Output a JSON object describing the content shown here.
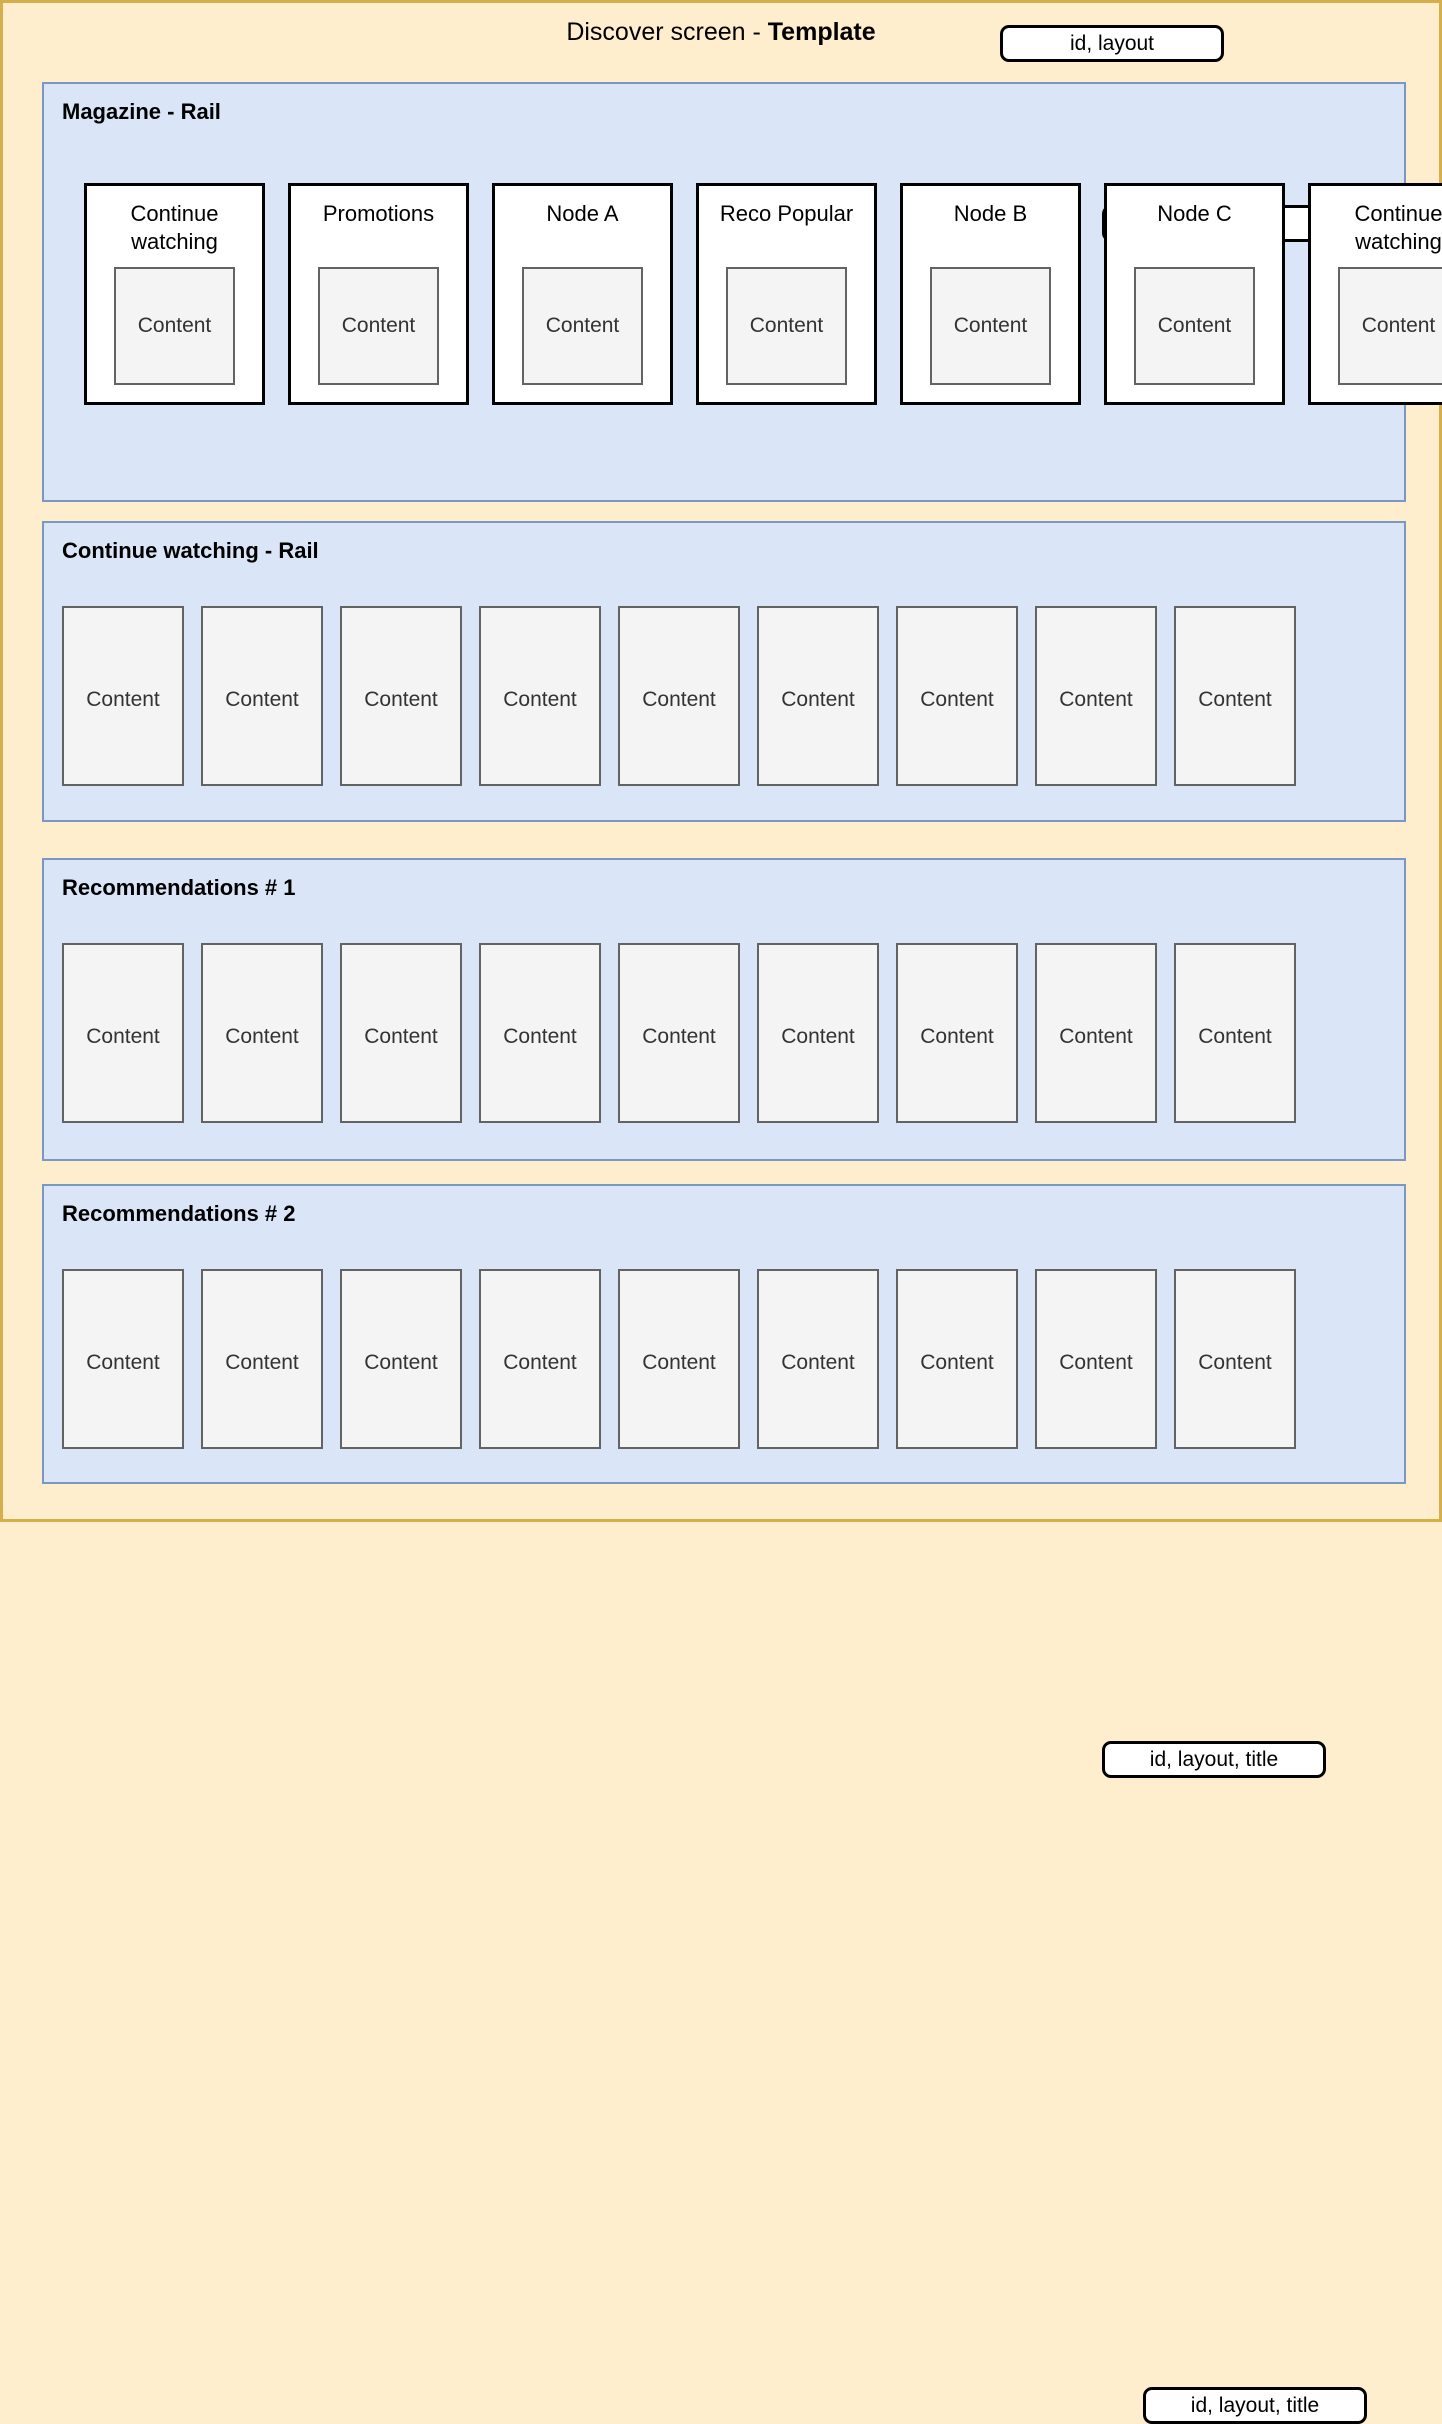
{
  "header": {
    "title_prefix": "Discover screen - ",
    "title_strong": "Template",
    "badge_label": "id, layout"
  },
  "colors": {
    "page_background": "#ffeecd",
    "page_border": "#d4af4b",
    "section_background": "#dae6f8",
    "section_border": "#7b97c4",
    "card_background": "#ffffff",
    "card_border": "#000000",
    "content_background": "#f4f4f4",
    "content_border": "#636363",
    "badge_background": "#ffffff",
    "badge_border": "#000000"
  },
  "content_label": "Content",
  "sections": [
    {
      "title": "Magazine - Rail",
      "badge_label": "id, layout, title",
      "type": "magazine",
      "cards": [
        {
          "title": "Continue watching",
          "content": "Content"
        },
        {
          "title": "Promotions",
          "content": "Content"
        },
        {
          "title": "Node A",
          "content": "Content"
        },
        {
          "title": "Reco Popular",
          "content": "Content"
        },
        {
          "title": "Node B",
          "content": "Content"
        },
        {
          "title": "Node C",
          "content": "Content"
        },
        {
          "title": "Continue watching",
          "content": "Content"
        }
      ]
    },
    {
      "title": "Continue watching - Rail",
      "badge_label": "id, layout, title",
      "type": "rail",
      "items": [
        "Content",
        "Content",
        "Content",
        "Content",
        "Content",
        "Content",
        "Content",
        "Content",
        "Content"
      ]
    },
    {
      "title": "Recommendations # 1",
      "badge_label": "id, layout, title",
      "type": "rail",
      "items": [
        "Content",
        "Content",
        "Content",
        "Content",
        "Content",
        "Content",
        "Content",
        "Content",
        "Content"
      ]
    },
    {
      "title": "Recommendations # 2",
      "badge_label": "id, layout, title",
      "type": "rail",
      "items": [
        "Content",
        "Content",
        "Content",
        "Content",
        "Content",
        "Content",
        "Content",
        "Content",
        "Content"
      ]
    }
  ]
}
